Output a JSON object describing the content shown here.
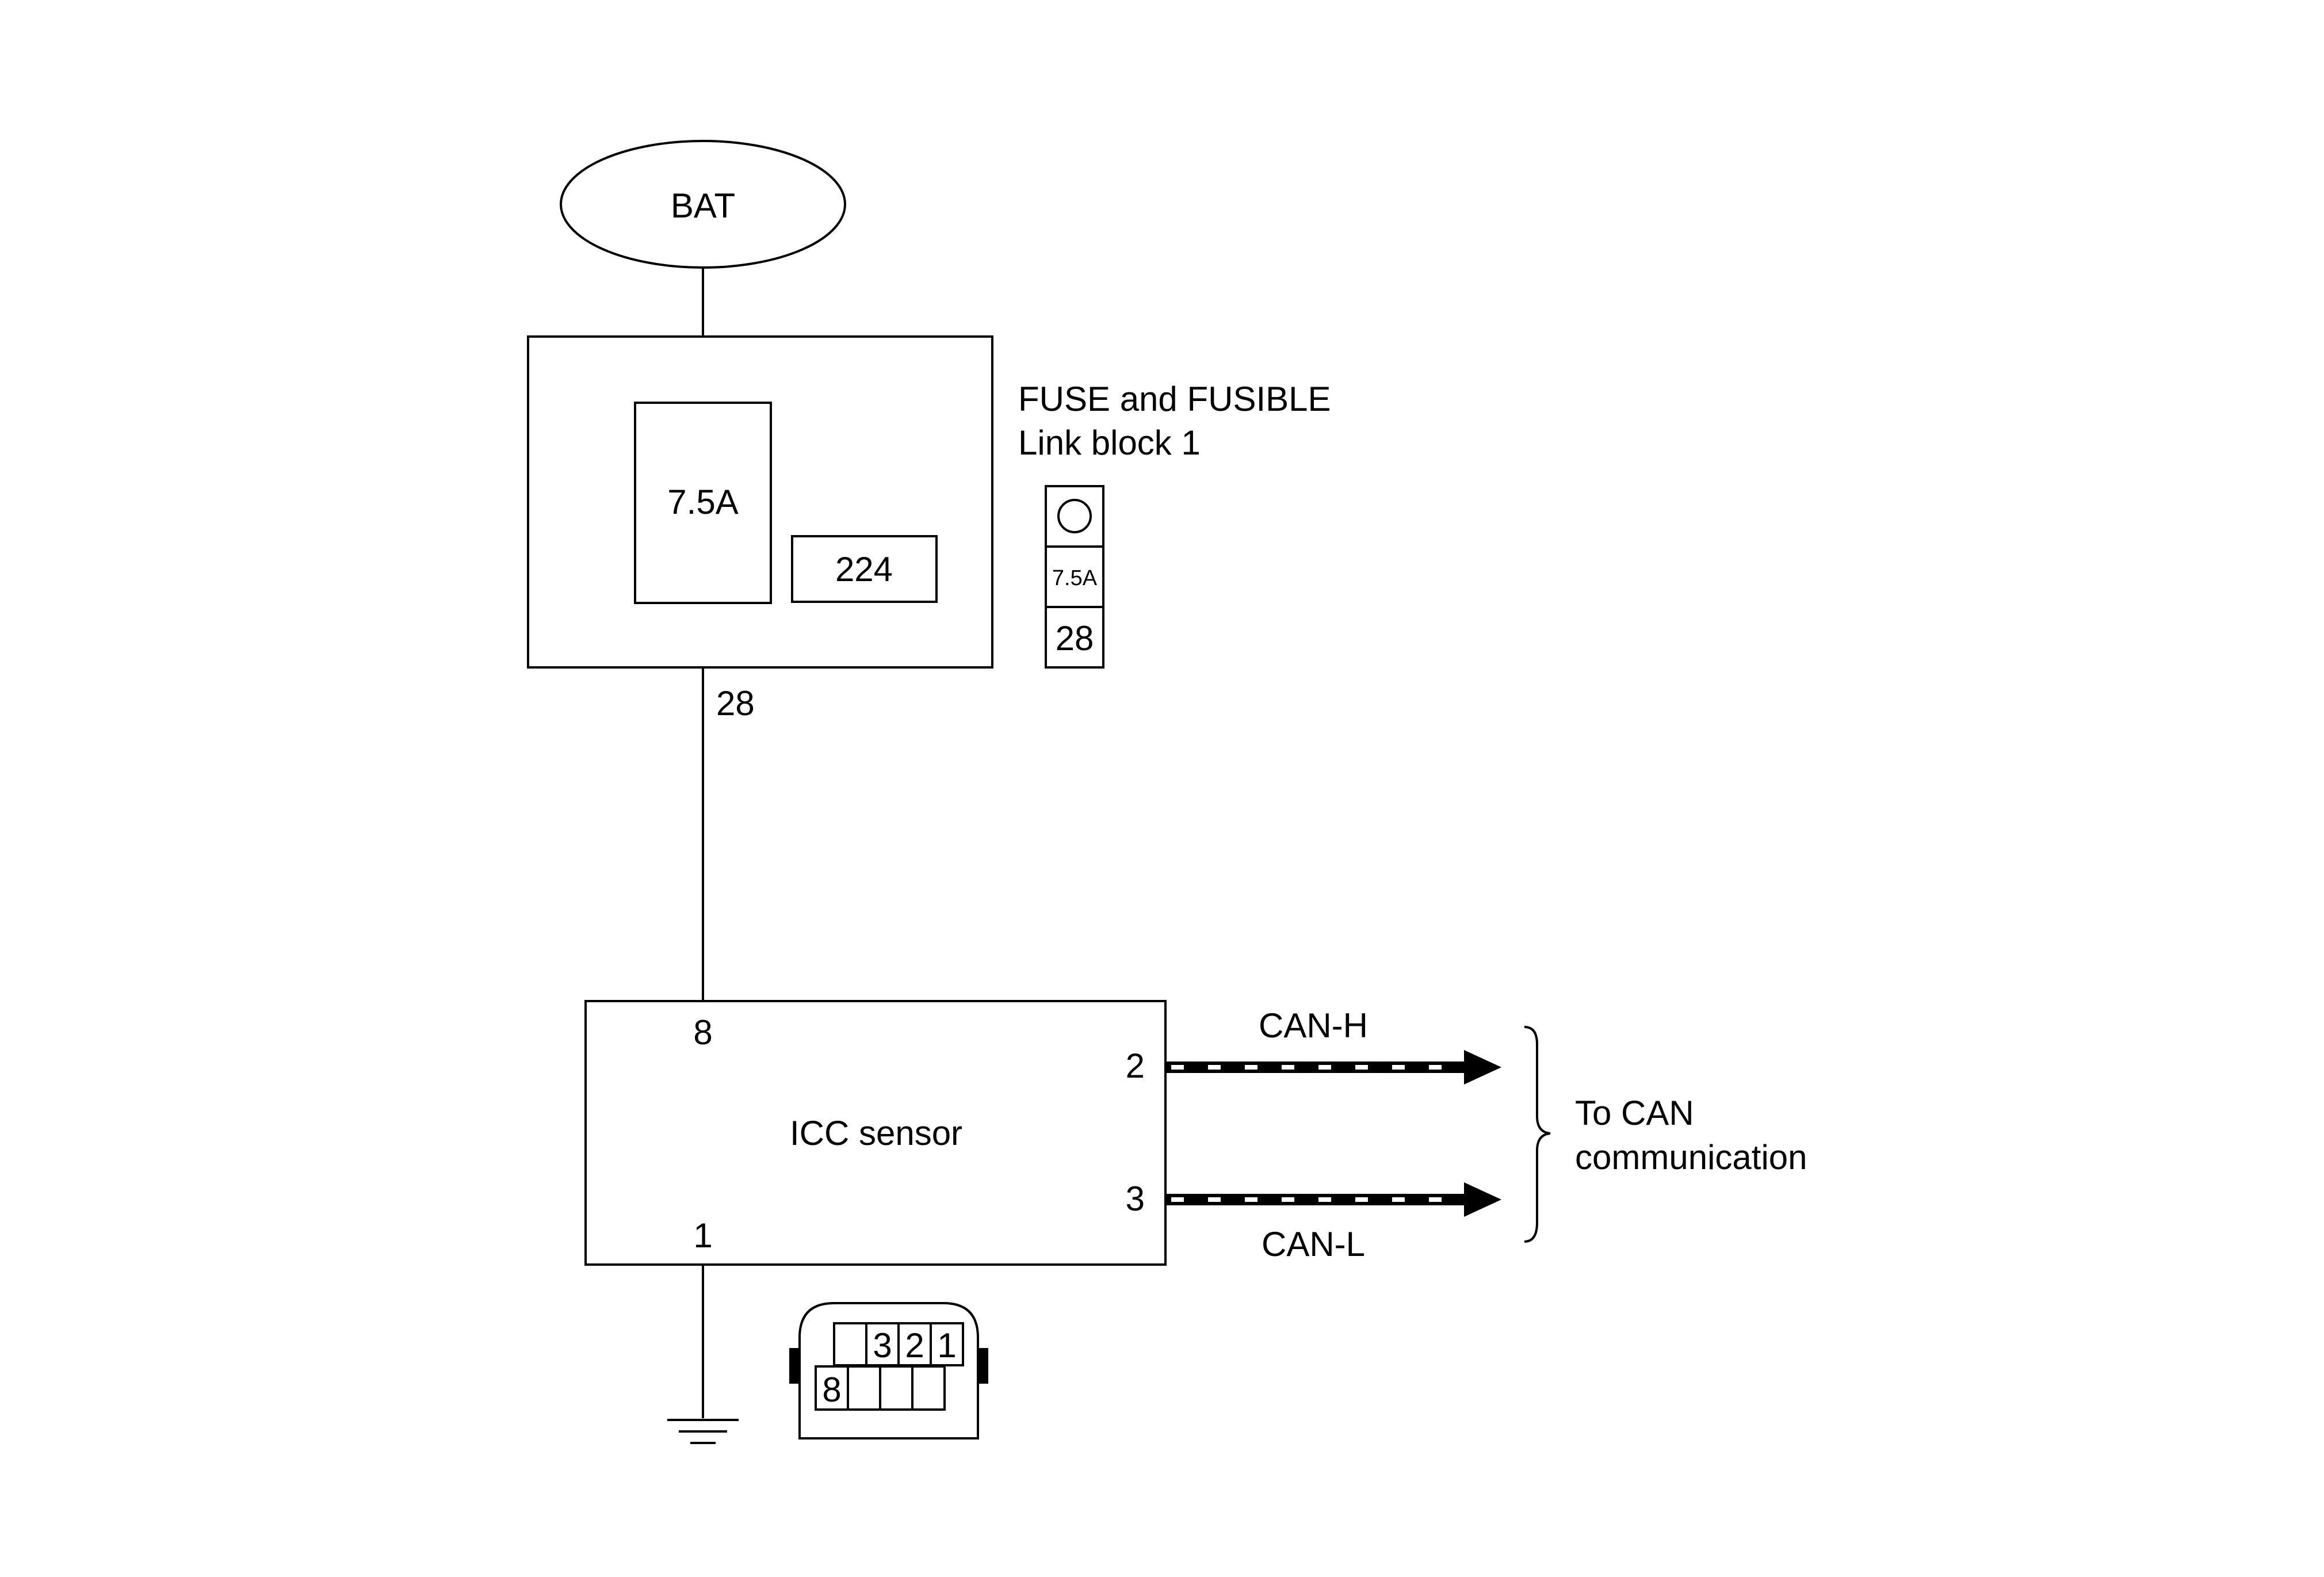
{
  "battery": {
    "label": "BAT"
  },
  "fuse_block": {
    "fuse_rating": "7.5A",
    "fuse_number": "224",
    "output_terminal": "28",
    "title_line1": "FUSE and FUSIBLE",
    "title_line2": "Link block 1"
  },
  "fuse_symbol": {
    "rating": "7.5A",
    "number": "28"
  },
  "icc_sensor": {
    "label": "ICC sensor",
    "pin_power": "8",
    "pin_ground": "1",
    "pin_can_h": "2",
    "pin_can_l": "3"
  },
  "can": {
    "high_label": "CAN-H",
    "low_label": "CAN-L",
    "destination_line1": "To CAN",
    "destination_line2": "communication"
  },
  "connector": {
    "top_row": [
      "",
      "3",
      "2",
      "1"
    ],
    "bottom_row": [
      "8",
      "",
      "",
      ""
    ]
  }
}
